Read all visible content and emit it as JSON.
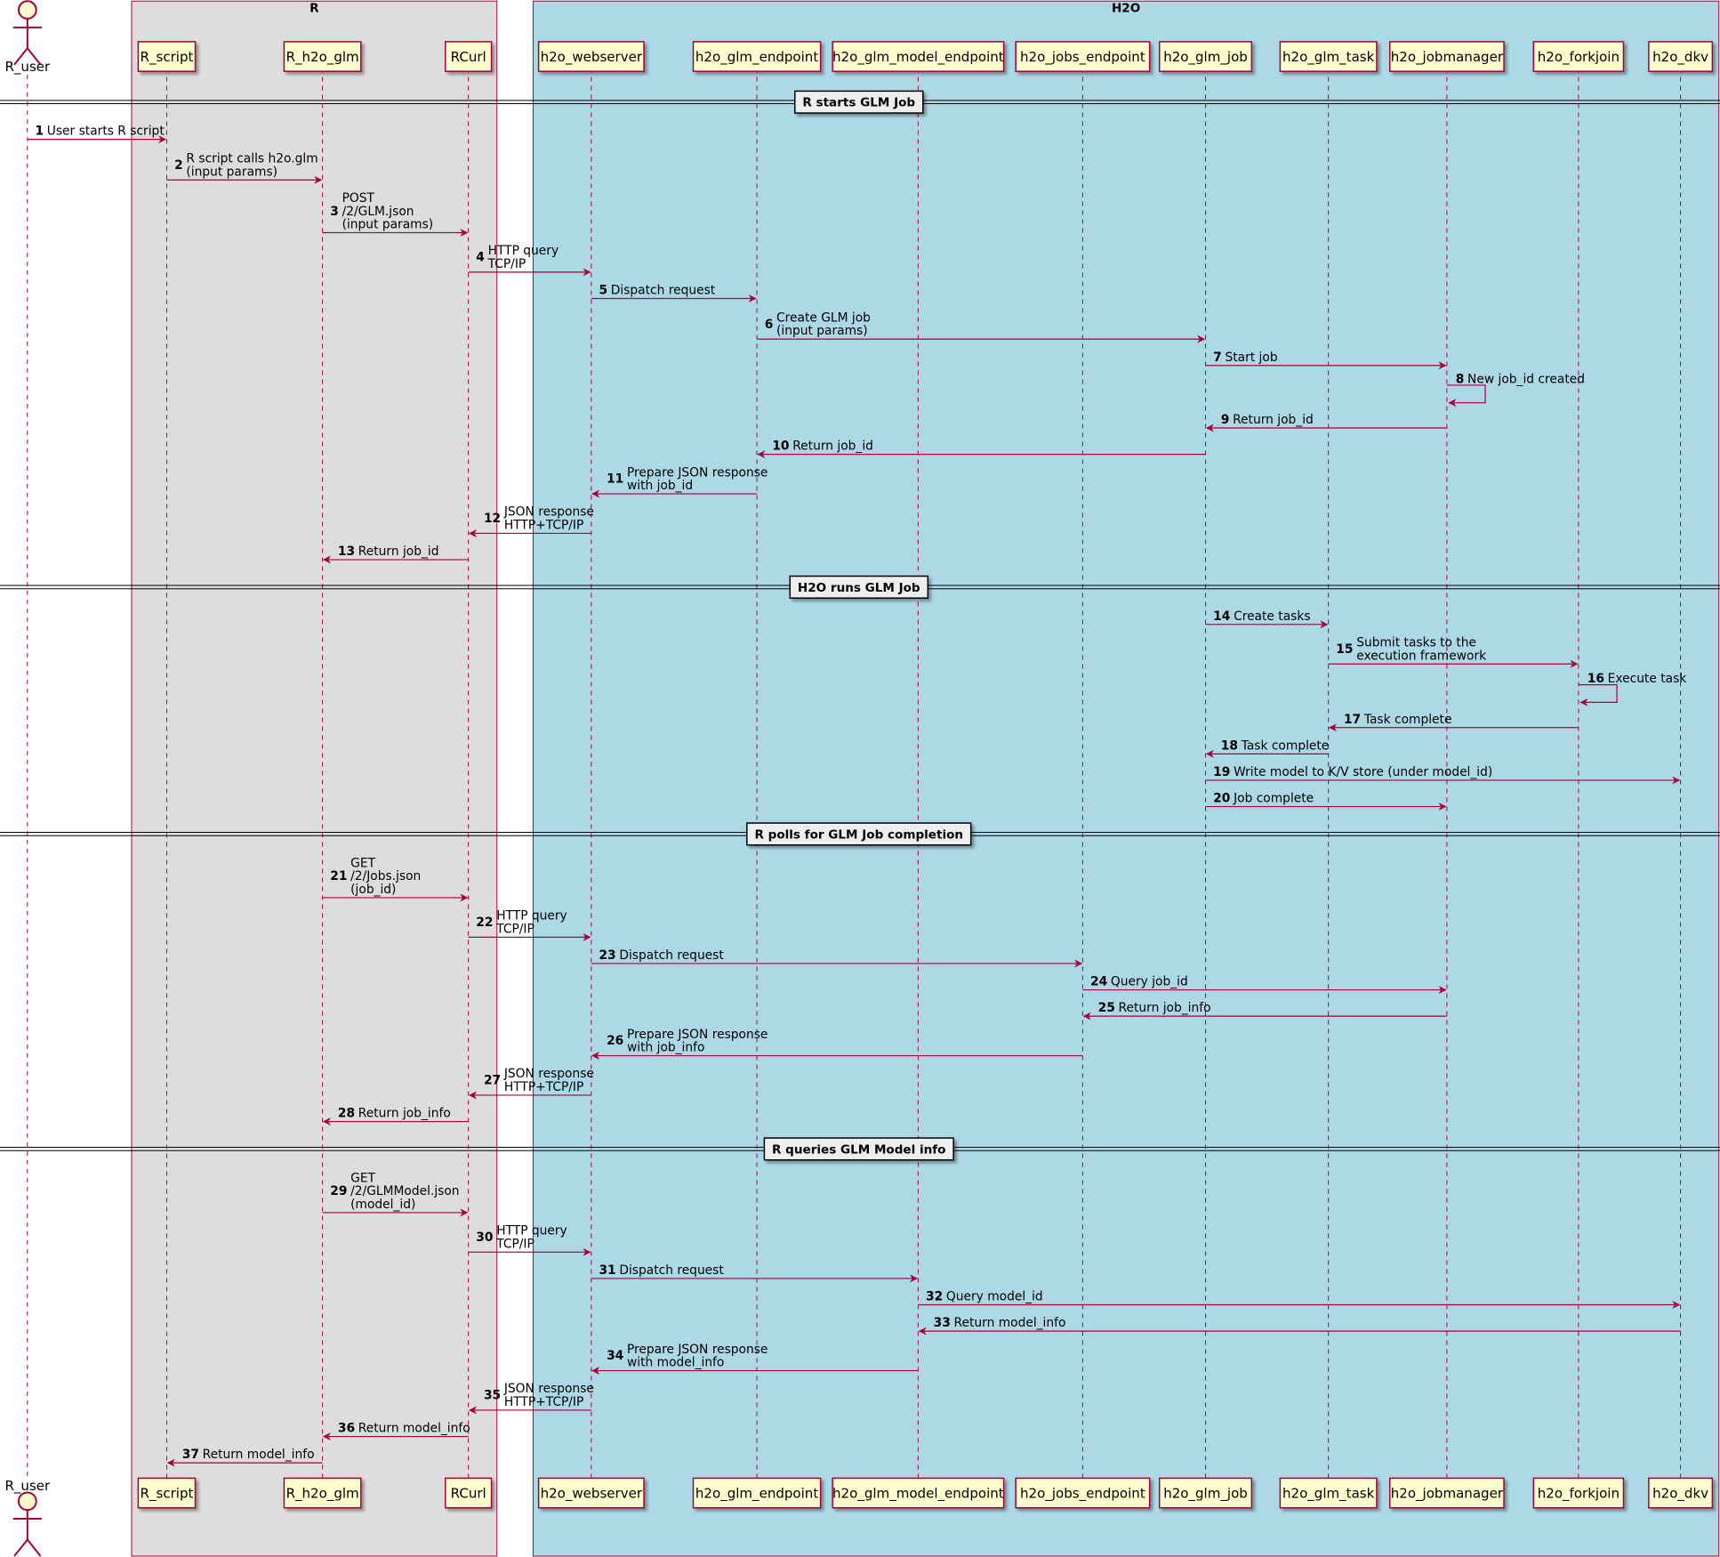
{
  "groups": [
    {
      "id": "r",
      "label": "R",
      "color": "#DDDDDD"
    },
    {
      "id": "h2o",
      "label": "H2O",
      "color": "#ADD8E6"
    }
  ],
  "actor": {
    "id": "R_user",
    "label": "R_user"
  },
  "participants": [
    {
      "id": "R_script",
      "label": "R_script"
    },
    {
      "id": "R_h2o_glm",
      "label": "R_h2o_glm"
    },
    {
      "id": "RCurl",
      "label": "RCurl"
    },
    {
      "id": "h2o_webserver",
      "label": "h2o_webserver"
    },
    {
      "id": "h2o_glm_endpoint",
      "label": "h2o_glm_endpoint"
    },
    {
      "id": "h2o_glm_model_endpoint",
      "label": "h2o_glm_model_endpoint"
    },
    {
      "id": "h2o_jobs_endpoint",
      "label": "h2o_jobs_endpoint"
    },
    {
      "id": "h2o_glm_job",
      "label": "h2o_glm_job"
    },
    {
      "id": "h2o_glm_task",
      "label": "h2o_glm_task"
    },
    {
      "id": "h2o_jobmanager",
      "label": "h2o_jobmanager"
    },
    {
      "id": "h2o_forkjoin",
      "label": "h2o_forkjoin"
    },
    {
      "id": "h2o_dkv",
      "label": "h2o_dkv"
    }
  ],
  "dividers": [
    "R starts GLM Job",
    "H2O runs GLM Job",
    "R polls for GLM Job completion",
    "R queries GLM Model info"
  ],
  "messages": [
    {
      "n": "1",
      "from": "R_user",
      "to": "R_script",
      "text": [
        "User starts R script"
      ]
    },
    {
      "n": "2",
      "from": "R_script",
      "to": "R_h2o_glm",
      "text": [
        "R script calls h2o.glm",
        "(input params)"
      ]
    },
    {
      "n": "3",
      "from": "R_h2o_glm",
      "to": "RCurl",
      "text": [
        "POST",
        "/2/GLM.json",
        "(input params)"
      ]
    },
    {
      "n": "4",
      "from": "RCurl",
      "to": "h2o_webserver",
      "text": [
        "HTTP query",
        "TCP/IP"
      ]
    },
    {
      "n": "5",
      "from": "h2o_webserver",
      "to": "h2o_glm_endpoint",
      "text": [
        "Dispatch request"
      ]
    },
    {
      "n": "6",
      "from": "h2o_glm_endpoint",
      "to": "h2o_glm_job",
      "text": [
        "Create GLM job",
        "(input params)"
      ]
    },
    {
      "n": "7",
      "from": "h2o_glm_job",
      "to": "h2o_jobmanager",
      "text": [
        "Start job"
      ]
    },
    {
      "n": "8",
      "from": "h2o_jobmanager",
      "to": "h2o_jobmanager",
      "text": [
        "New job_id created"
      ]
    },
    {
      "n": "9",
      "from": "h2o_jobmanager",
      "to": "h2o_glm_job",
      "text": [
        "Return job_id"
      ]
    },
    {
      "n": "10",
      "from": "h2o_glm_job",
      "to": "h2o_glm_endpoint",
      "text": [
        "Return job_id"
      ]
    },
    {
      "n": "11",
      "from": "h2o_glm_endpoint",
      "to": "h2o_webserver",
      "text": [
        "Prepare JSON response",
        "with job_id"
      ]
    },
    {
      "n": "12",
      "from": "h2o_webserver",
      "to": "RCurl",
      "text": [
        "JSON response",
        "HTTP+TCP/IP"
      ]
    },
    {
      "n": "13",
      "from": "RCurl",
      "to": "R_h2o_glm",
      "text": [
        "Return job_id"
      ]
    },
    {
      "n": "14",
      "from": "h2o_glm_job",
      "to": "h2o_glm_task",
      "text": [
        "Create tasks"
      ]
    },
    {
      "n": "15",
      "from": "h2o_glm_task",
      "to": "h2o_forkjoin",
      "text": [
        "Submit tasks to the",
        "execution framework"
      ]
    },
    {
      "n": "16",
      "from": "h2o_forkjoin",
      "to": "h2o_forkjoin",
      "text": [
        "Execute task"
      ]
    },
    {
      "n": "17",
      "from": "h2o_forkjoin",
      "to": "h2o_glm_task",
      "text": [
        "Task complete"
      ]
    },
    {
      "n": "18",
      "from": "h2o_glm_task",
      "to": "h2o_glm_job",
      "text": [
        "Task complete"
      ]
    },
    {
      "n": "19",
      "from": "h2o_glm_job",
      "to": "h2o_dkv",
      "text": [
        "Write model to K/V store (under model_id)"
      ]
    },
    {
      "n": "20",
      "from": "h2o_glm_job",
      "to": "h2o_jobmanager",
      "text": [
        "Job complete"
      ]
    },
    {
      "n": "21",
      "from": "R_h2o_glm",
      "to": "RCurl",
      "text": [
        "GET",
        "/2/Jobs.json",
        "(job_id)"
      ]
    },
    {
      "n": "22",
      "from": "RCurl",
      "to": "h2o_webserver",
      "text": [
        "HTTP query",
        "TCP/IP"
      ]
    },
    {
      "n": "23",
      "from": "h2o_webserver",
      "to": "h2o_jobs_endpoint",
      "text": [
        "Dispatch request"
      ]
    },
    {
      "n": "24",
      "from": "h2o_jobs_endpoint",
      "to": "h2o_jobmanager",
      "text": [
        "Query job_id"
      ]
    },
    {
      "n": "25",
      "from": "h2o_jobmanager",
      "to": "h2o_jobs_endpoint",
      "text": [
        "Return job_info"
      ]
    },
    {
      "n": "26",
      "from": "h2o_jobs_endpoint",
      "to": "h2o_webserver",
      "text": [
        "Prepare JSON response",
        "with job_info"
      ]
    },
    {
      "n": "27",
      "from": "h2o_webserver",
      "to": "RCurl",
      "text": [
        "JSON response",
        "HTTP+TCP/IP"
      ]
    },
    {
      "n": "28",
      "from": "RCurl",
      "to": "R_h2o_glm",
      "text": [
        "Return job_info"
      ]
    },
    {
      "n": "29",
      "from": "R_h2o_glm",
      "to": "RCurl",
      "text": [
        "GET",
        "/2/GLMModel.json",
        "(model_id)"
      ]
    },
    {
      "n": "30",
      "from": "RCurl",
      "to": "h2o_webserver",
      "text": [
        "HTTP query",
        "TCP/IP"
      ]
    },
    {
      "n": "31",
      "from": "h2o_webserver",
      "to": "h2o_glm_model_endpoint",
      "text": [
        "Dispatch request"
      ]
    },
    {
      "n": "32",
      "from": "h2o_glm_model_endpoint",
      "to": "h2o_dkv",
      "text": [
        "Query model_id"
      ]
    },
    {
      "n": "33",
      "from": "h2o_dkv",
      "to": "h2o_glm_model_endpoint",
      "text": [
        "Return model_info"
      ]
    },
    {
      "n": "34",
      "from": "h2o_glm_model_endpoint",
      "to": "h2o_webserver",
      "text": [
        "Prepare JSON response",
        "with model_info"
      ]
    },
    {
      "n": "35",
      "from": "h2o_webserver",
      "to": "RCurl",
      "text": [
        "JSON response",
        "HTTP+TCP/IP"
      ]
    },
    {
      "n": "36",
      "from": "RCurl",
      "to": "R_h2o_glm",
      "text": [
        "Return model_info"
      ]
    },
    {
      "n": "37",
      "from": "R_h2o_glm",
      "to": "R_script",
      "text": [
        "Return model_info"
      ]
    }
  ],
  "colors": {
    "arrow": "#A80036",
    "participant_fill": "#FEFECE",
    "text": "#000000"
  }
}
